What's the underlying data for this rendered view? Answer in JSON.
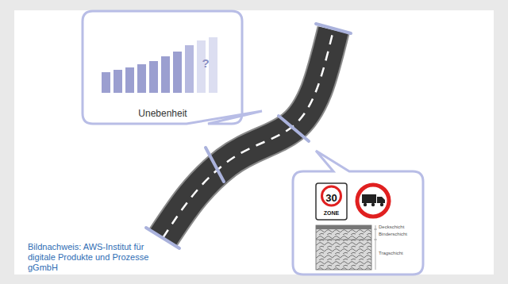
{
  "diagram": {
    "caption": "Bildnachweis: AWS-Institut für digitale Produkte und Prozesse gGmbH",
    "nodes": [
      {
        "text": [
          "Unebenheit"
        ]
      },
      {
        "text": [
          "30",
          "ZONE"
        ]
      }
    ],
    "labels": [
      "?",
      "Deckschicht",
      "Binderschicht",
      "Tragschicht"
    ]
  }
}
